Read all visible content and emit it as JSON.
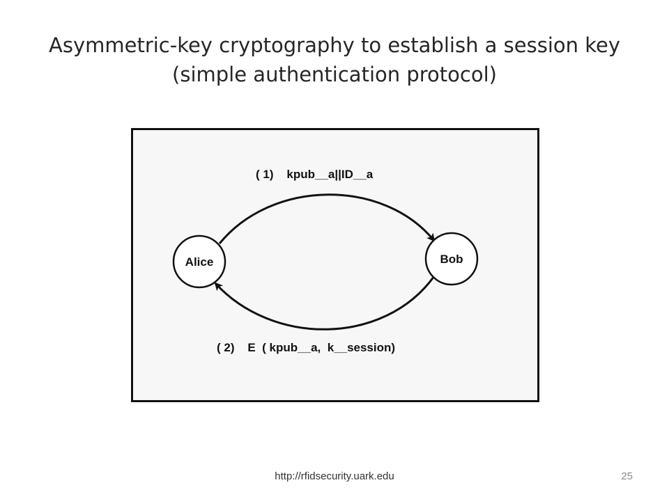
{
  "slide": {
    "title_line1": "Asymmetric-key cryptography to establish a session key",
    "title_line2": "(simple authentication protocol)",
    "footer_url": "http://rfidsecurity.uark.edu",
    "page_number": "25"
  },
  "diagram": {
    "nodes": {
      "alice": "Alice",
      "bob": "Bob"
    },
    "edges": {
      "message1": "( 1)    kpub__a||ID__a",
      "message2": "( 2)    E  ( kpub__a,  k__session)"
    }
  },
  "colors": {
    "frame_border": "#111111",
    "frame_fill": "#f7f7f7",
    "title_text": "#262626",
    "page_number_text": "#8c8c8c"
  }
}
